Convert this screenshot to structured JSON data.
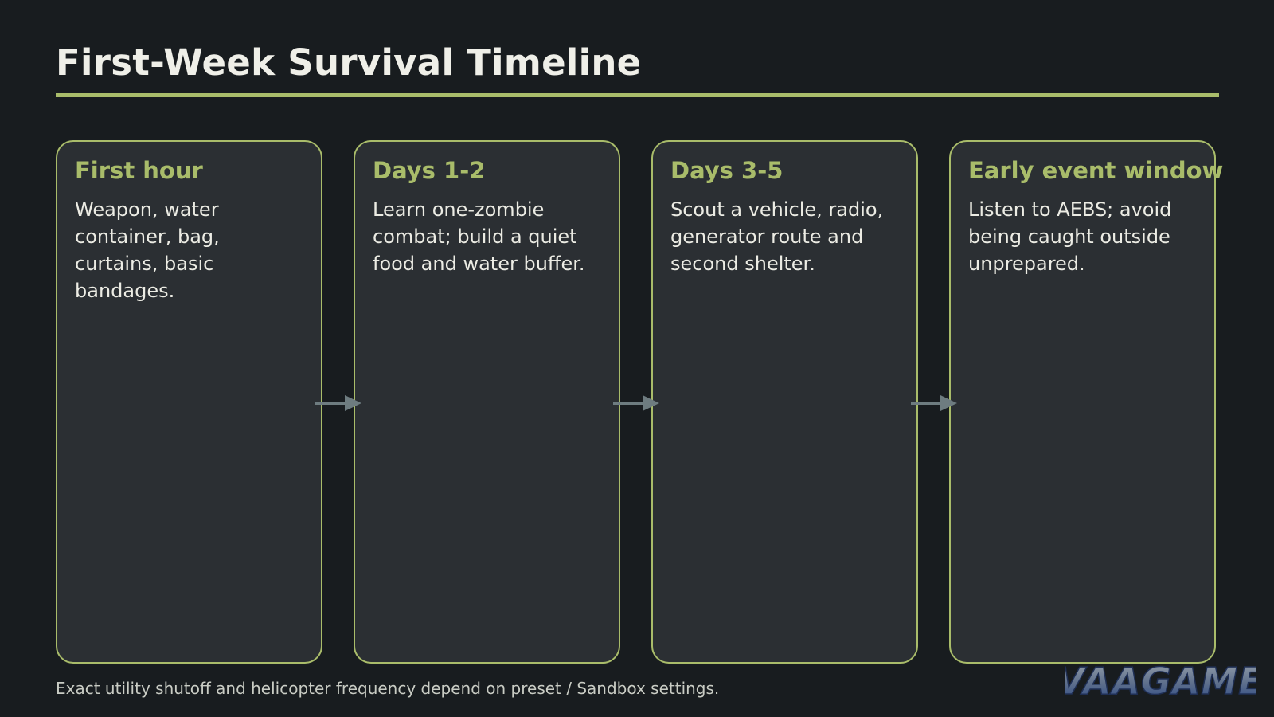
{
  "header": {
    "title": "First-Week Survival Timeline"
  },
  "steps": [
    {
      "heading": "First hour",
      "body": "Weapon, water container, bag, curtains, basic bandages."
    },
    {
      "heading": "Days 1-2",
      "body": "Learn one-zombie combat; build a quiet food and water buffer."
    },
    {
      "heading": "Days 3-5",
      "body": "Scout a vehicle, radio, generator route and second shelter."
    },
    {
      "heading": "Early event window",
      "body": "Listen to AEBS; avoid being caught outside unprepared."
    }
  ],
  "footer": {
    "note": "Exact utility shutoff and helicopter frequency depend on preset / Sandbox settings.",
    "logo_text": "VAAGAME"
  },
  "colors": {
    "background": "#181c1f",
    "card": "#2b2f33",
    "accent": "#a9bc6a",
    "connector": "#6e7c80"
  },
  "icons": {
    "connector": "arrow-right-icon"
  }
}
